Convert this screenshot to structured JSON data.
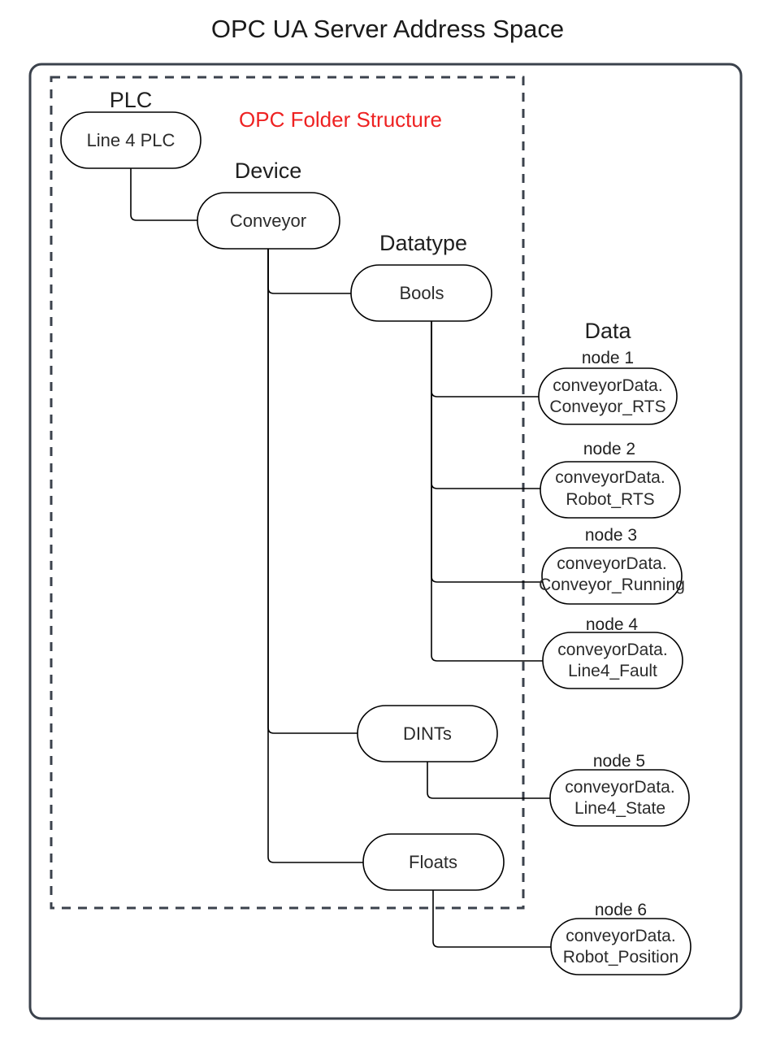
{
  "page": {
    "title": "OPC UA Server Address Space",
    "annotation": "OPC Folder Structure",
    "annotation_color": "#ee2222",
    "background_color": "#ffffff",
    "frame_color": "#3b424c",
    "line_color": "#000000"
  },
  "group_labels": {
    "plc": "PLC",
    "device": "Device",
    "datatype": "Datatype",
    "data": "Data"
  },
  "tree": {
    "plc": {
      "label": "Line 4 PLC"
    },
    "device": {
      "label": "Conveyor"
    },
    "datatypes": [
      {
        "label": "Bools"
      },
      {
        "label": "DINTs"
      },
      {
        "label": "Floats"
      }
    ]
  },
  "nodes": [
    {
      "caption": "node 1",
      "line1": "conveyorData.",
      "line2": "Conveyor_RTS",
      "parent": "Bools"
    },
    {
      "caption": "node 2",
      "line1": "conveyorData.",
      "line2": "Robot_RTS",
      "parent": "Bools"
    },
    {
      "caption": "node 3",
      "line1": "conveyorData.",
      "line2": "Conveyor_Running",
      "parent": "Bools"
    },
    {
      "caption": "node 4",
      "line1": "conveyorData.",
      "line2": "Line4_Fault",
      "parent": "Bools"
    },
    {
      "caption": "node 5",
      "line1": "conveyorData.",
      "line2": "Line4_State",
      "parent": "DINTs"
    },
    {
      "caption": "node 6",
      "line1": "conveyorData.",
      "line2": "Robot_Position",
      "parent": "Floats"
    }
  ]
}
